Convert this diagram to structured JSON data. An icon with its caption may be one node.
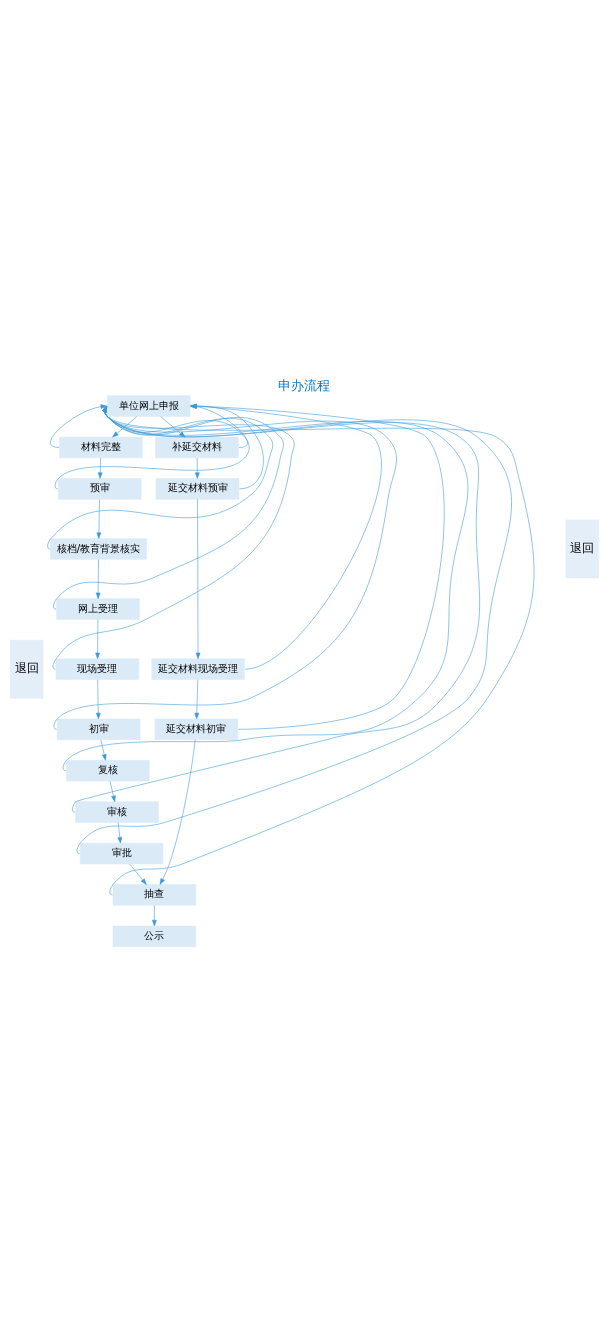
{
  "diagram": {
    "title": "申办流程",
    "nodes": [
      {
        "text": [
          "单位网上申报"
        ]
      },
      {
        "text": [
          "材料完整"
        ]
      },
      {
        "text": [
          "补延交材料"
        ]
      },
      {
        "text": [
          "预审"
        ]
      },
      {
        "text": [
          "延交材料预审"
        ]
      },
      {
        "text": [
          "核档/教育背景核实"
        ]
      },
      {
        "text": [
          "网上受理"
        ]
      },
      {
        "text": [
          "现场受理"
        ]
      },
      {
        "text": [
          "延交材料现场受理"
        ]
      },
      {
        "text": [
          "初审"
        ]
      },
      {
        "text": [
          "延交材料初审"
        ]
      },
      {
        "text": [
          "复核"
        ]
      },
      {
        "text": [
          "审核"
        ]
      },
      {
        "text": [
          "审批"
        ]
      },
      {
        "text": [
          "抽查"
        ]
      },
      {
        "text": [
          "公示"
        ]
      },
      {
        "text": [
          "退回"
        ]
      },
      {
        "text": [
          "退回"
        ]
      }
    ],
    "edges": [
      {
        "from": 0,
        "to": 1,
        "arrow": "to"
      },
      {
        "from": 0,
        "to": 2,
        "arrow": "to"
      },
      {
        "from": 1,
        "to": 3,
        "arrow": "to"
      },
      {
        "from": 2,
        "to": 4,
        "arrow": "to"
      },
      {
        "from": 3,
        "to": 5,
        "arrow": "to"
      },
      {
        "from": 4,
        "to": 8,
        "arrow": "to"
      },
      {
        "from": 5,
        "to": 6,
        "arrow": "to"
      },
      {
        "from": 6,
        "to": 7,
        "arrow": "to"
      },
      {
        "from": 7,
        "to": 9,
        "arrow": "to"
      },
      {
        "from": 8,
        "to": 10,
        "arrow": "to"
      },
      {
        "from": 9,
        "to": 11,
        "arrow": "to"
      },
      {
        "from": 11,
        "to": 12,
        "arrow": "to"
      },
      {
        "from": 12,
        "to": 13,
        "arrow": "to"
      },
      {
        "from": 13,
        "to": 14,
        "arrow": "to"
      },
      {
        "from": 10,
        "to": 14,
        "arrow": "to"
      },
      {
        "from": 14,
        "to": 15,
        "arrow": "to"
      },
      {
        "from": 1,
        "to": 0,
        "arrow": "to"
      },
      {
        "from": 3,
        "to": 0,
        "arrow": "to"
      },
      {
        "from": 5,
        "to": 0,
        "arrow": "to"
      },
      {
        "from": 6,
        "to": 0,
        "arrow": "to"
      },
      {
        "from": 7,
        "to": 0,
        "arrow": "to"
      },
      {
        "from": 9,
        "to": 0,
        "arrow": "to"
      },
      {
        "from": 11,
        "to": 0,
        "arrow": "to"
      },
      {
        "from": 12,
        "to": 0,
        "arrow": "to"
      },
      {
        "from": 13,
        "to": 0,
        "arrow": "to"
      },
      {
        "from": 14,
        "to": 0,
        "arrow": "to"
      },
      {
        "from": 2,
        "to": 0,
        "arrow": "to"
      },
      {
        "from": 4,
        "to": 0,
        "arrow": "to"
      },
      {
        "from": 8,
        "to": 0,
        "arrow": "to"
      },
      {
        "from": 10,
        "to": 0,
        "arrow": "to"
      }
    ]
  }
}
